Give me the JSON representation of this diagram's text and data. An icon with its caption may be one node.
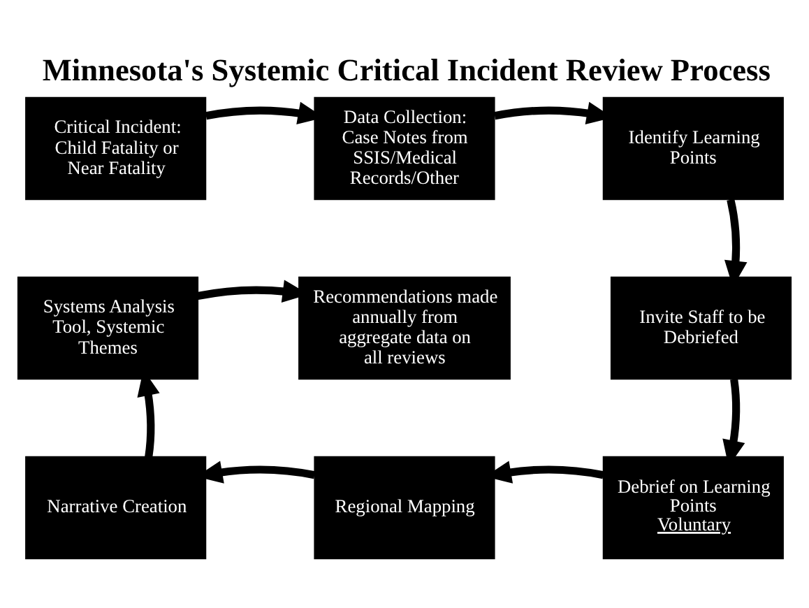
{
  "diagram": {
    "title": "Minnesota's Systemic Critical Incident Review Process",
    "nodes": [
      {
        "text": [
          "Critical Incident: Child Fatality or Near Fatality"
        ]
      },
      {
        "text": [
          "Data Collection: Case Notes from SSIS/Medical Records/Other"
        ]
      },
      {
        "text": [
          "Identify Learning Points"
        ]
      },
      {
        "text": [
          "Systems Analysis Tool, Systemic Themes"
        ]
      },
      {
        "text": [
          "Recommendations made annually from aggregate data on all reviews"
        ]
      },
      {
        "text": [
          "Invite Staff to be Debriefed"
        ]
      },
      {
        "text": [
          "Narrative Creation"
        ]
      },
      {
        "text": [
          "Regional Mapping"
        ]
      },
      {
        "text": [
          "Debrief on Learning Points",
          "Voluntary"
        ]
      }
    ],
    "edges": [
      {
        "from": 0,
        "to": 1,
        "arrow": "to"
      },
      {
        "from": 1,
        "to": 2,
        "arrow": "to"
      },
      {
        "from": 2,
        "to": 5,
        "arrow": "to"
      },
      {
        "from": 5,
        "to": 8,
        "arrow": "to"
      },
      {
        "from": 8,
        "to": 7,
        "arrow": "to"
      },
      {
        "from": 7,
        "to": 6,
        "arrow": "to"
      },
      {
        "from": 6,
        "to": 3,
        "arrow": "to"
      },
      {
        "from": 3,
        "to": 4,
        "arrow": "to"
      }
    ]
  }
}
